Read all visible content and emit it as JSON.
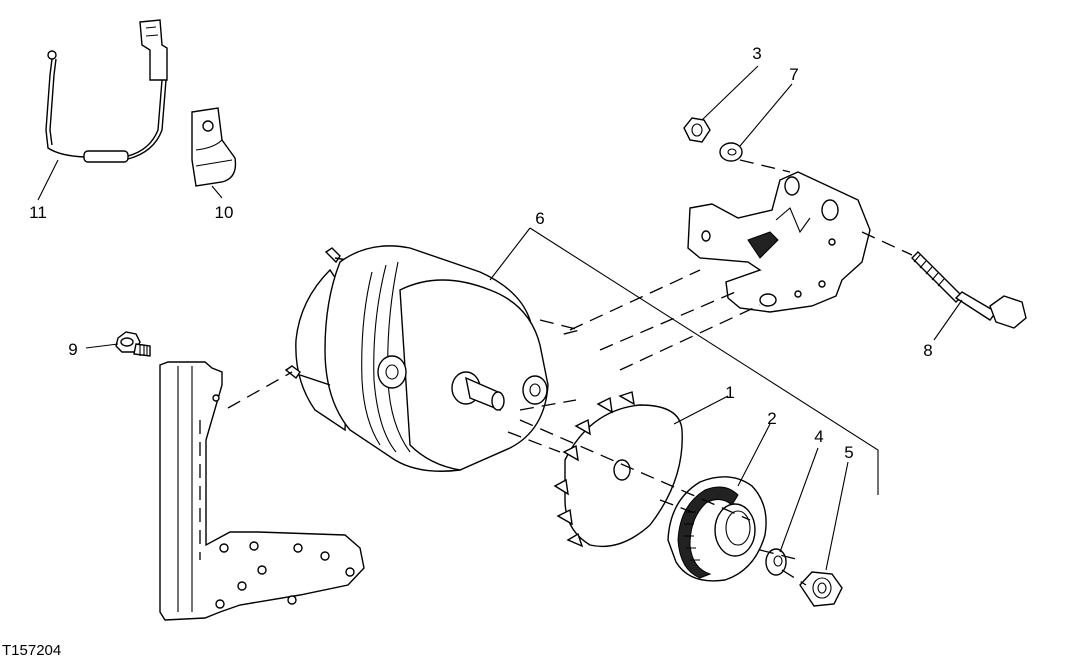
{
  "figure_id": "T157204",
  "callouts": [
    {
      "id": "1",
      "label": "1"
    },
    {
      "id": "2",
      "label": "2"
    },
    {
      "id": "3",
      "label": "3"
    },
    {
      "id": "4",
      "label": "4"
    },
    {
      "id": "5",
      "label": "5"
    },
    {
      "id": "6",
      "label": "6"
    },
    {
      "id": "7",
      "label": "7"
    },
    {
      "id": "8",
      "label": "8"
    },
    {
      "id": "9",
      "label": "9"
    },
    {
      "id": "10",
      "label": "10"
    },
    {
      "id": "11",
      "label": "11"
    }
  ]
}
